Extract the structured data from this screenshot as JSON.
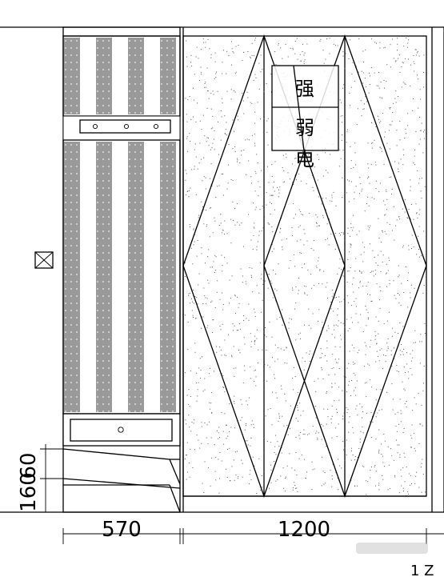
{
  "labels": {
    "box_text_1": "强",
    "box_text_2": "弱",
    "box_text_3": "电"
  },
  "dimensions": {
    "width_left": "570",
    "width_right": "1200",
    "height_a": "60",
    "height_b": "160"
  },
  "corner_text": "1 Z",
  "palette": {
    "line": "#000000",
    "background": "#ffffff",
    "speckle": "#555555",
    "watermark": "#c8c8c8"
  }
}
